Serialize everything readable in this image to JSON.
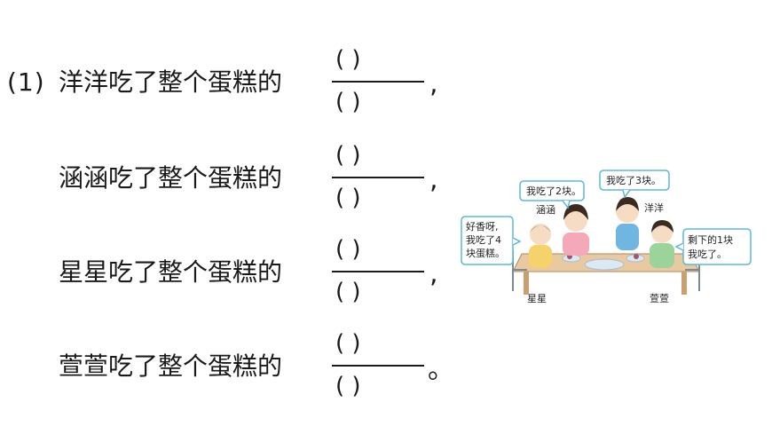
{
  "question": {
    "number": "(1)",
    "lines": [
      {
        "text": "洋洋吃了整个蛋糕的",
        "numerator": "(      )",
        "denominator": "(      )",
        "punct": ","
      },
      {
        "text": "涵涵吃了整个蛋糕的",
        "numerator": "(      )",
        "denominator": "(      )",
        "punct": ","
      },
      {
        "text": "星星吃了整个蛋糕的",
        "numerator": "(      )",
        "denominator": "(      )",
        "punct": ","
      },
      {
        "text": "萱萱吃了整个蛋糕的",
        "numerator": "(      )",
        "denominator": "(      )",
        "punct": "。"
      }
    ]
  },
  "illustration": {
    "bubbles": {
      "hanhan": "我吃了2块。",
      "yangyang": "我吃了3块。",
      "xingxing_l1": "好香呀,",
      "xingxing_l2": "我吃了4",
      "xingxing_l3": "块蛋糕。",
      "xuanxuan_l1": "剩下的1块",
      "xuanxuan_l2": "我吃了。"
    },
    "names": {
      "hanhan": "涵涵",
      "yangyang": "洋洋",
      "xingxing": "星星",
      "xuanxuan": "萱萱"
    }
  },
  "colors": {
    "bubble_border": "#5bb8d8",
    "table": "#e8c9a0",
    "plate": "#dde9f2"
  }
}
